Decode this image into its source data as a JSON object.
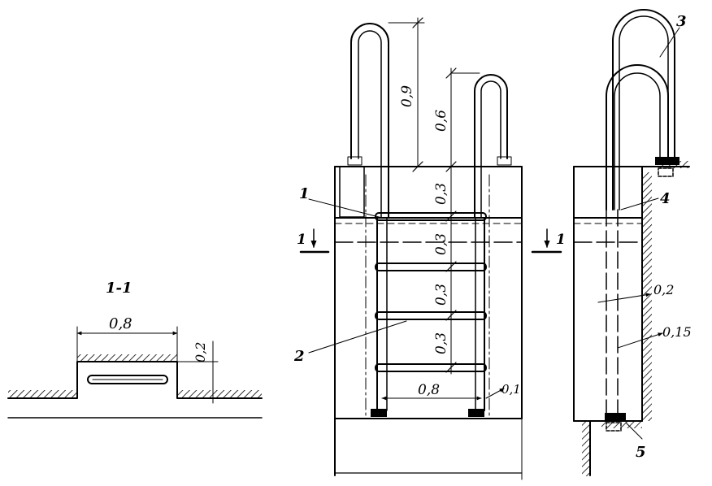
{
  "section": {
    "title": "1-1",
    "width_dim": "0,8",
    "depth_dim": "0,2"
  },
  "front": {
    "top_left_rail": "0,9",
    "top_right_rail": "0,6",
    "step_spacing": [
      "0,3",
      "0,3",
      "0,3",
      "0,3"
    ],
    "ladder_width": "0,8",
    "bottom_gap": "0,1",
    "section_mark_left": "1",
    "section_mark_right": "1"
  },
  "side": {
    "wall_gap_1": "0,2",
    "wall_gap_2": "0,15"
  },
  "callouts": [
    "1",
    "2",
    "3",
    "4",
    "5"
  ]
}
